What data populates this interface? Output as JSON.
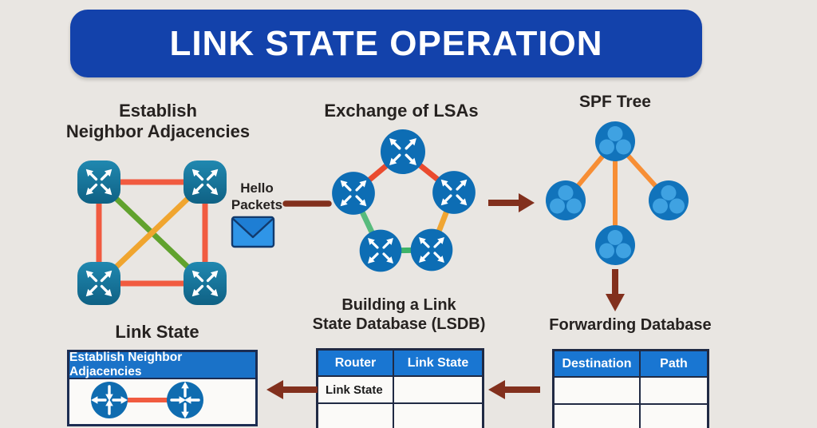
{
  "title": "LINK STATE OPERATION",
  "steps": {
    "establish_adjacencies": {
      "heading_line1": "Establish",
      "heading_line2": "Neighbor Adjacencies",
      "hello_line1": "Hello",
      "hello_line2": "Packets"
    },
    "exchange_lsas": {
      "heading": "Exchange of LSAs"
    },
    "spf_tree": {
      "heading": "SPF Tree"
    },
    "lsdb": {
      "heading_line1": "Building a Link",
      "heading_line2": "State Database (LSDB)",
      "table": {
        "headers": [
          "Router",
          "Link State"
        ],
        "rows": [
          [
            "Link State",
            ""
          ],
          [
            "",
            ""
          ]
        ]
      }
    },
    "forwarding": {
      "heading": "Forwarding Database",
      "table": {
        "headers": [
          "Destination",
          "Path"
        ],
        "rows": [
          [
            "",
            ""
          ],
          [
            "",
            ""
          ]
        ]
      }
    },
    "link_state": {
      "heading": "Link State",
      "box_header": "Establish Neighbor Adjacencies"
    }
  },
  "icons": {
    "mesh_router": "router-x-icon",
    "pentagon_router": "router-x-icon",
    "spf_node": "network-node-icon",
    "box_router": "router-cross-icon",
    "hello_packet": "envelope-icon",
    "flow_arrow": "arrow-icon"
  },
  "colors": {
    "background": "#e9e6e2",
    "banner_blue": "#1342ab",
    "table_header_blue": "#1976d2",
    "box_header_blue": "#1a72c8",
    "arrow_maroon": "#82301d",
    "link_red": "#f15b40",
    "link_green": "#61a22e",
    "link_yellow": "#f0a52f",
    "link_mint": "#4eb874",
    "link_orange": "#f78e35",
    "router_teal": "#17799f",
    "router_blue": "#0d6db4",
    "spf_node_blue": "#1173bb",
    "spf_node_light": "#3fa2e2",
    "envelope_blue": "#2f95e7"
  }
}
